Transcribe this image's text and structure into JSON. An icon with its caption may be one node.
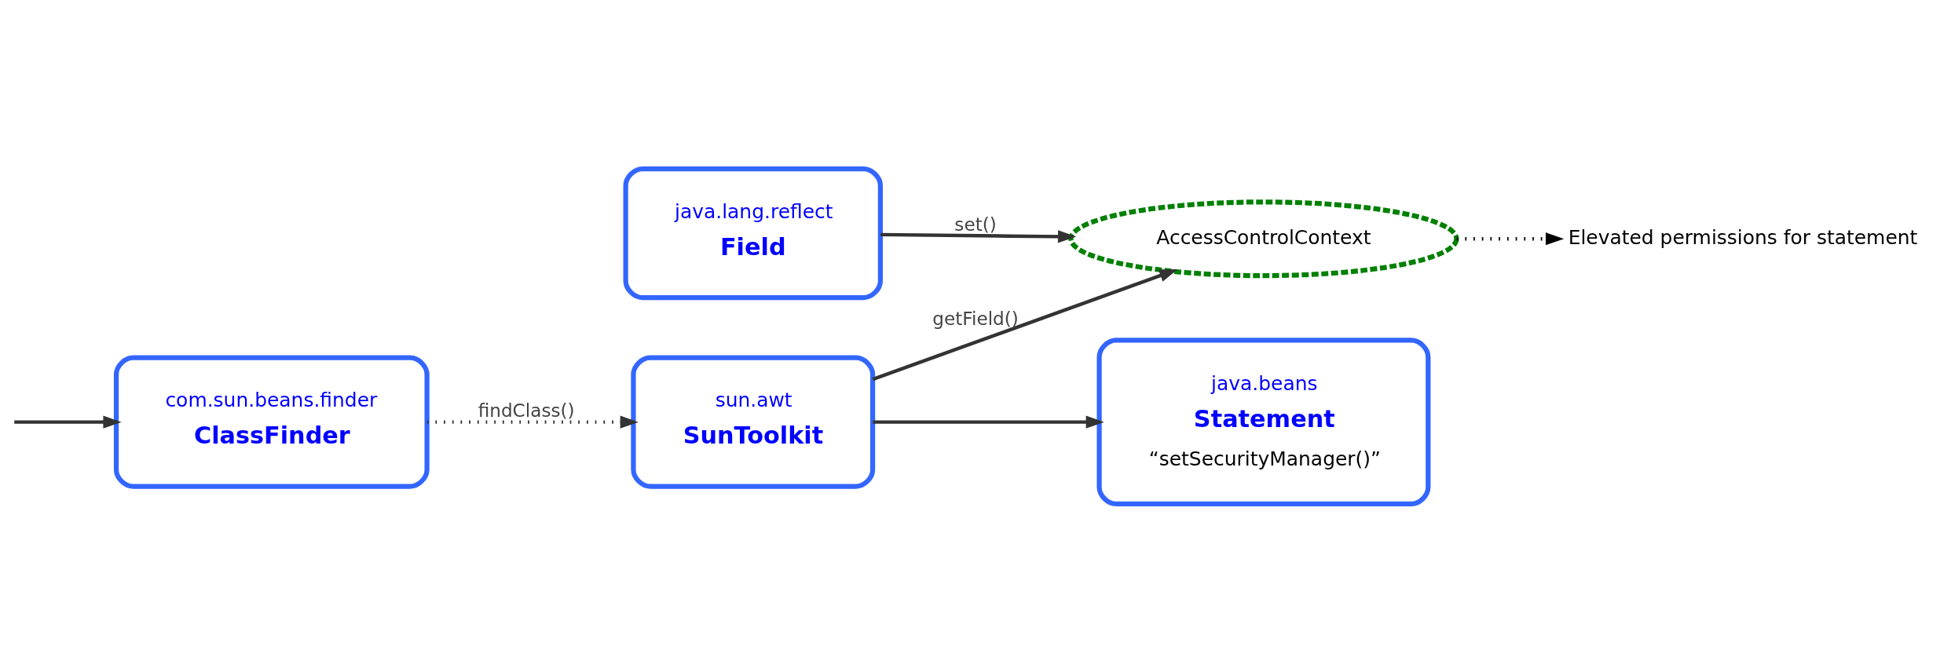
{
  "diagram": {
    "nodes": [
      {
        "text": [
          "com.sun.beans.finder",
          "ClassFinder"
        ]
      },
      {
        "text": [
          "sun.awt",
          "SunToolkit"
        ]
      },
      {
        "text": [
          "java.beans",
          "Statement",
          "“setSecurityManager()”"
        ]
      },
      {
        "text": [
          "AccessControlContext"
        ]
      },
      {
        "text": [
          "java.lang.reflect",
          "Field"
        ]
      },
      {
        "text": [
          "Elevated permissions for statement"
        ]
      }
    ],
    "edges": [
      {
        "from": null,
        "to": 0,
        "arrow": "to"
      },
      {
        "from": 0,
        "to": 1,
        "arrow": "to",
        "label": "findClass()",
        "style": "dashed"
      },
      {
        "from": 1,
        "to": 2,
        "arrow": "to"
      },
      {
        "from": 1,
        "to": 3,
        "arrow": "to",
        "label": "getField()"
      },
      {
        "from": 4,
        "to": 3,
        "arrow": "to",
        "label": "set()"
      },
      {
        "from": 3,
        "to": 5,
        "arrow": "to",
        "style": "dashed",
        "color": "#000000"
      }
    ]
  }
}
